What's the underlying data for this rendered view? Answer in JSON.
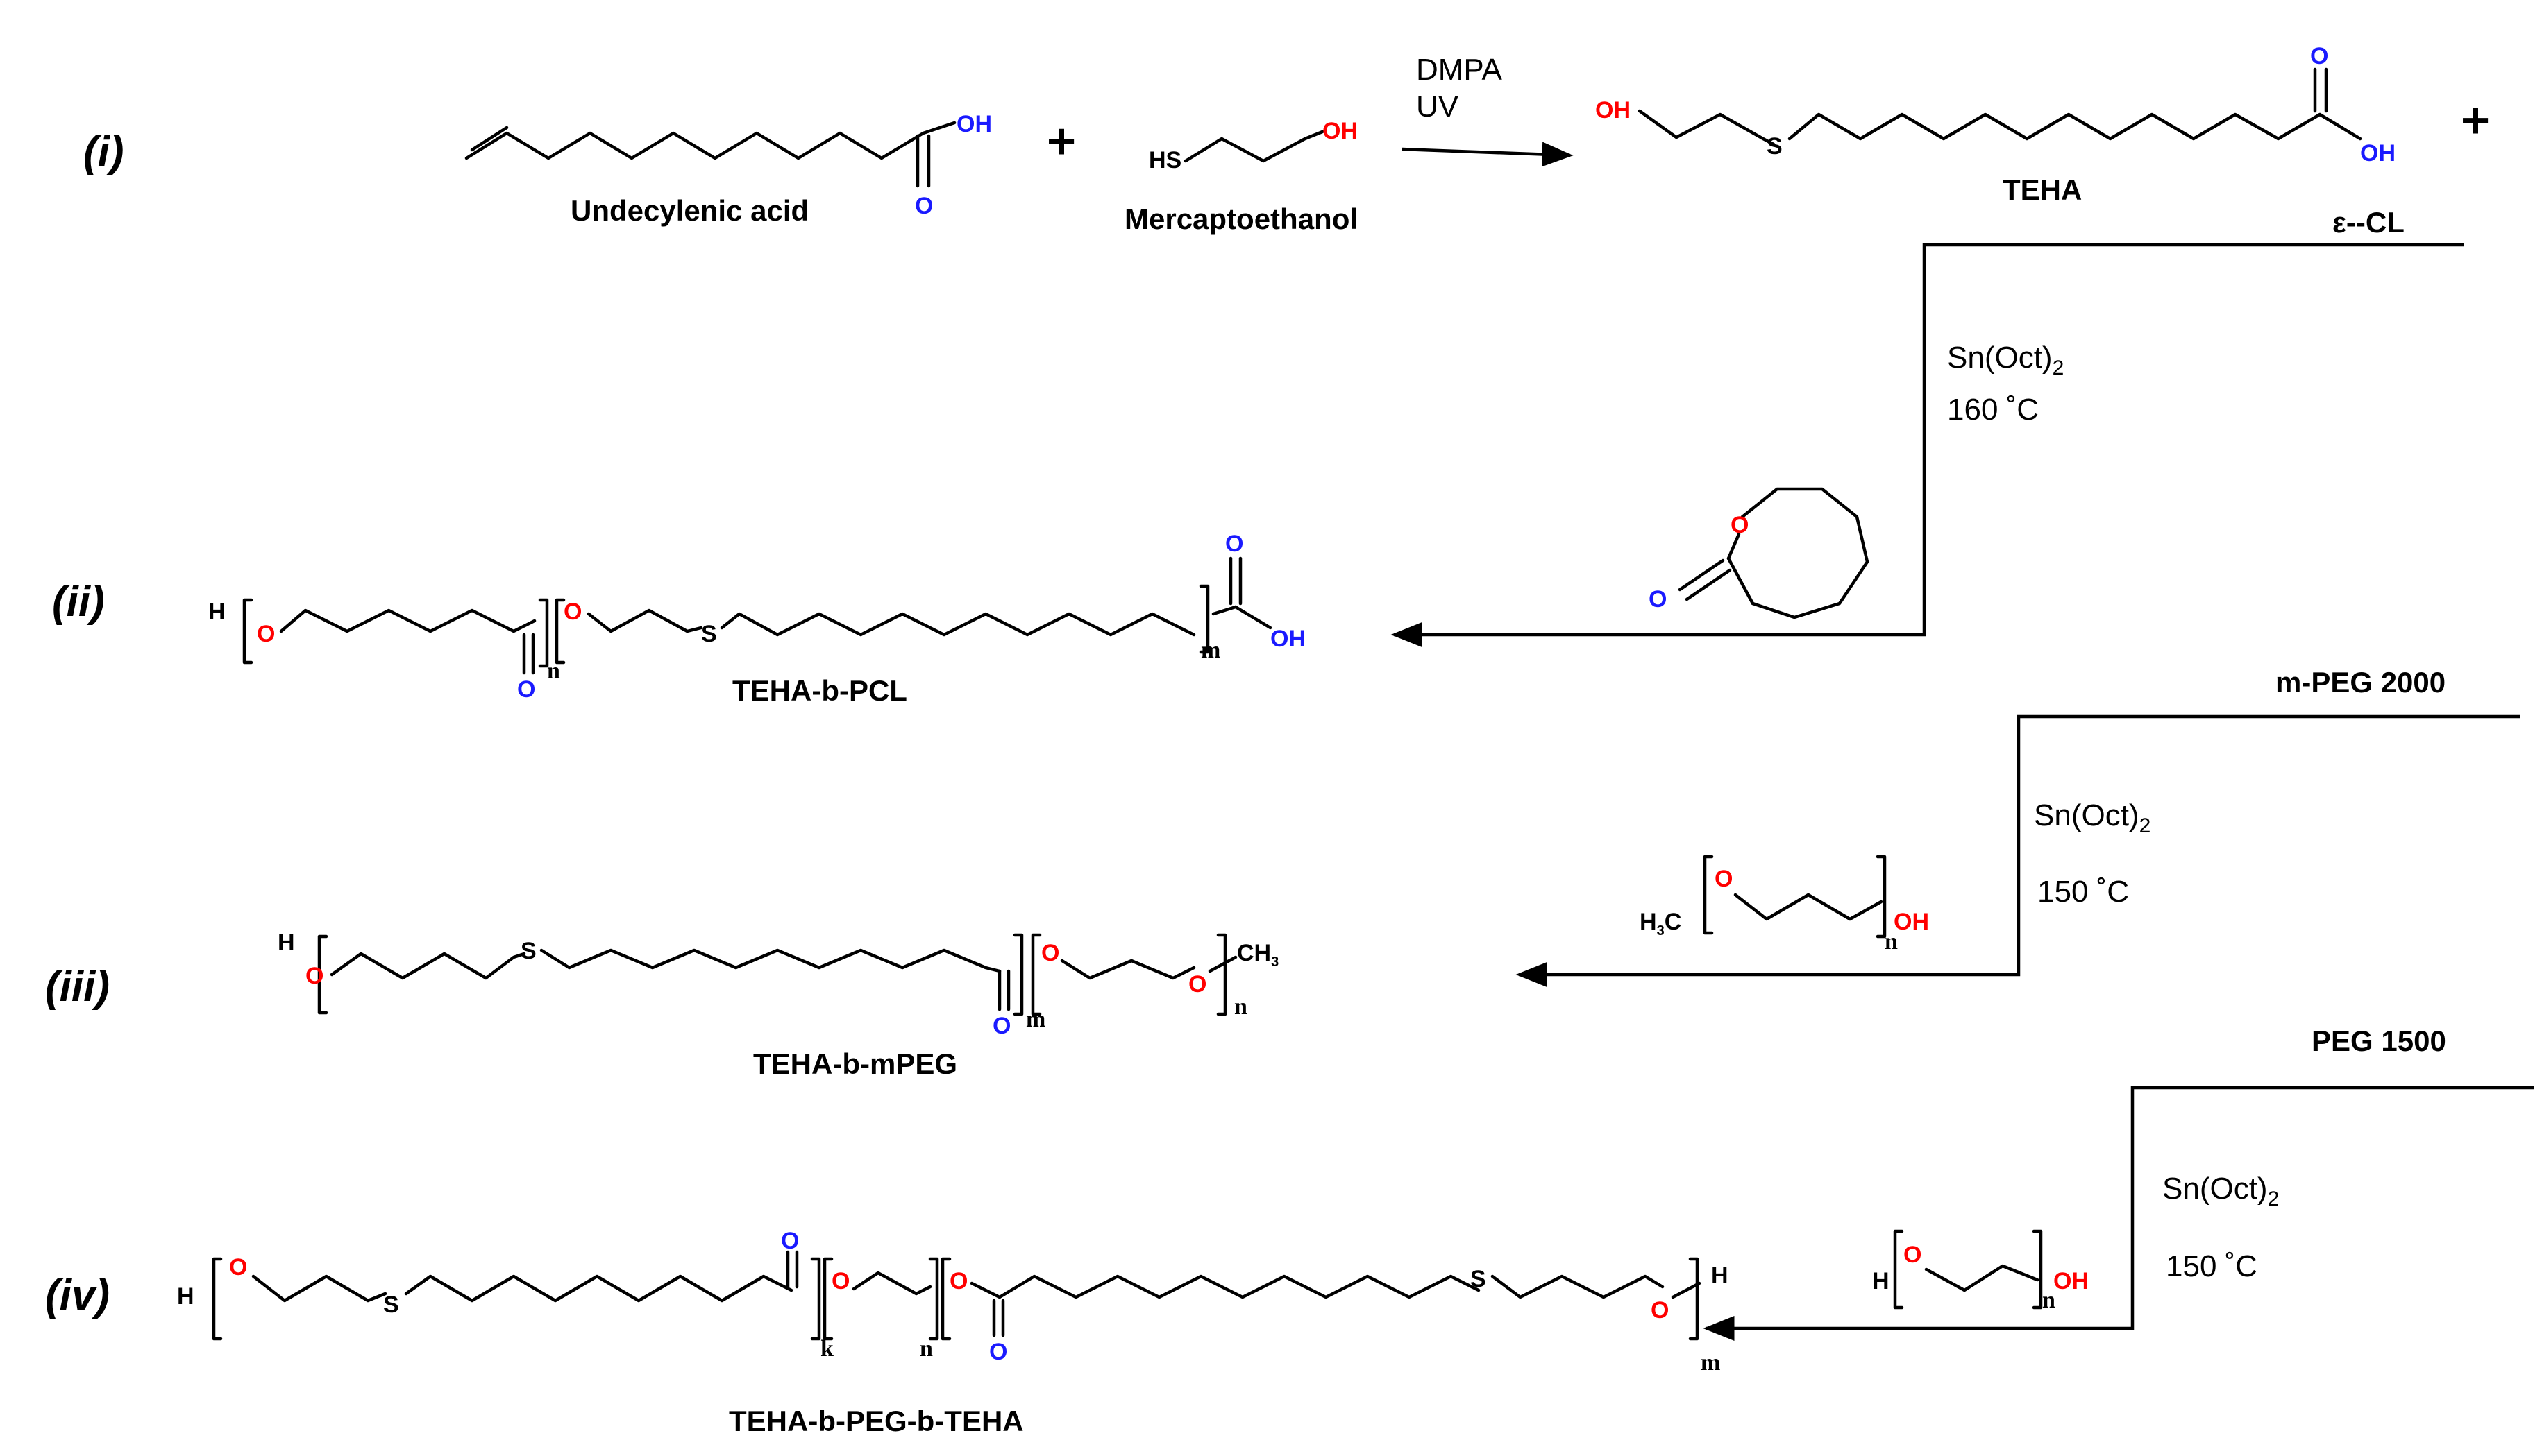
{
  "steps": {
    "i": "(i)",
    "ii": "(ii)",
    "iii": "(iii)",
    "iv": "(iv)"
  },
  "compounds": {
    "undecylenic_acid": "Undecylenic acid",
    "mercaptoethanol": "Mercaptoethanol",
    "teha": "TEHA",
    "teha_b_pcl": "TEHA-b-PCL",
    "teha_b_mpeg": "TEHA-b-mPEG",
    "teha_b_peg_b_teha": "TEHA-b-PEG-b-TEHA"
  },
  "reagents": {
    "caprolactone": "ε--CL",
    "mpeg": "m-PEG 2000",
    "peg": "PEG 1500"
  },
  "conditions": {
    "step1_catalyst": "DMPA",
    "step1_light": "UV",
    "catalyst": "Sn(Oct)",
    "catalyst_sub": "2",
    "temp_160": "160 ˚C",
    "temp_150a": "150 ˚C",
    "temp_150b": "150 ˚C"
  },
  "symbols": {
    "plus": "+"
  },
  "atoms": {
    "oh": "OH",
    "o": "O",
    "s": "S",
    "hs": "HS",
    "h": "H",
    "h3c": "H",
    "h3c_sub": "3",
    "h3c_c": "C",
    "ch3": "CH",
    "ch3_sub": "3"
  },
  "indices": {
    "n": "n",
    "m": "m",
    "k": "k"
  },
  "colors": {
    "oxygen_hydroxyl": "#ff0000",
    "oxygen_carbonyl": "#1a1aff",
    "bond": "#000000"
  }
}
